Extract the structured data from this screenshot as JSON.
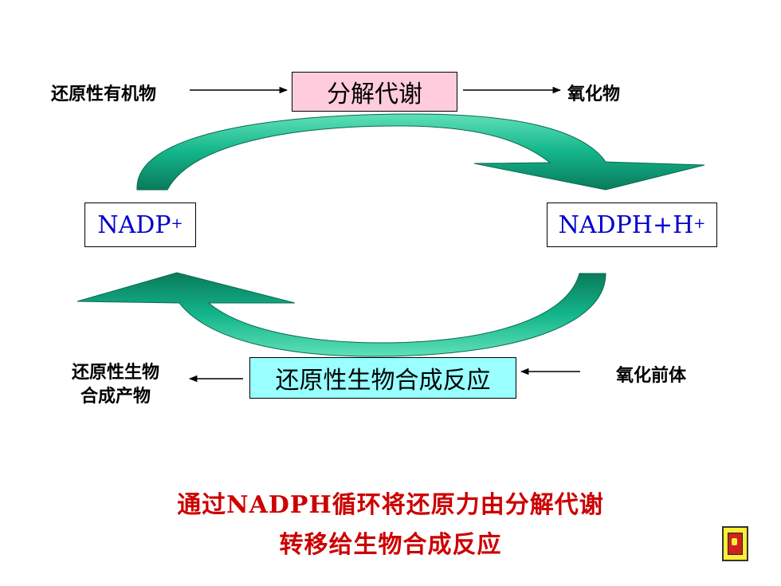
{
  "labels": {
    "reduced_organics": "还原性有机物",
    "oxides": "氧化物",
    "oxidized_precursor": "氧化前体",
    "product_line1": "还原性生物",
    "product_line2": "合成产物"
  },
  "boxes": {
    "catabolism": "分解代谢",
    "nadp": "NADP",
    "nadp_sup": "+",
    "nadph": "NADPH+H",
    "nadph_sup": "+",
    "anabolism": "还原性生物合成反应"
  },
  "conclusion": {
    "line1": "通过NADPH循环将还原力由分解代谢",
    "line2": "转移给生物合成反应"
  },
  "colors": {
    "catabolism_fill": "#ffccdd",
    "anabolism_fill": "#99ffff",
    "arrow_green": "#1abc8c",
    "box_text_blue": "#0000cc",
    "conclusion_red": "#cc0000"
  },
  "icons": {
    "nav": "hand-pointer-icon"
  }
}
